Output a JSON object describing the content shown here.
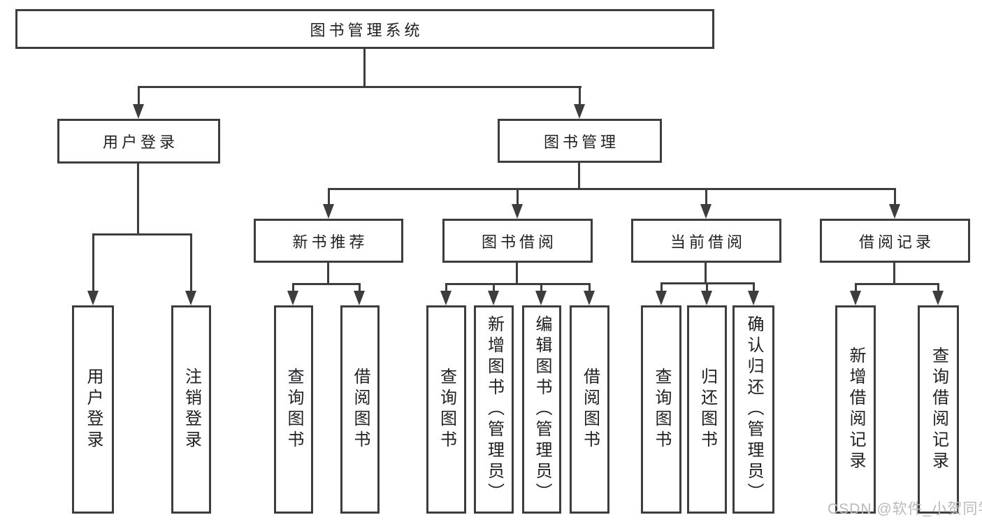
{
  "diagram_title": "图书管理系统",
  "colors": {
    "line": "#3d3d3f",
    "text": "#1f1f24",
    "background": "#ffffff",
    "watermark": "#b9b9bf"
  },
  "nodes": {
    "root": {
      "label": "图书管理系统"
    },
    "user_login": {
      "label": "用户登录"
    },
    "book_mgmt": {
      "label": "图书管理"
    },
    "new_book_rec": {
      "label": "新书推荐"
    },
    "book_borrow": {
      "label": "图书借阅"
    },
    "current_borrow": {
      "label": "当前借阅"
    },
    "borrow_records": {
      "label": "借阅记录"
    },
    "leaf_user_login": {
      "label": "用户登录"
    },
    "leaf_logout": {
      "label": "注销登录"
    },
    "leaf_query_book_1": {
      "label": "查询图书"
    },
    "leaf_borrow_book_1": {
      "label": "借阅图书"
    },
    "leaf_query_book_2": {
      "label": "查询图书"
    },
    "leaf_add_book_admin": {
      "label": "新增图书（管理员）"
    },
    "leaf_edit_book_admin": {
      "label": "编辑图书（管理员）"
    },
    "leaf_borrow_book_2": {
      "label": "借阅图书"
    },
    "leaf_query_book_3": {
      "label": "查询图书"
    },
    "leaf_return_book": {
      "label": "归还图书"
    },
    "leaf_confirm_return_admin": {
      "label": "确认归还（管理员）"
    },
    "leaf_add_borrow_record": {
      "label": "新增借阅记录"
    },
    "leaf_query_borrow_record": {
      "label": "查询借阅记录"
    }
  },
  "hierarchy": {
    "图书管理系统": [
      "用户登录",
      "图书管理"
    ],
    "用户登录": [
      "用户登录",
      "注销登录"
    ],
    "图书管理": [
      "新书推荐",
      "图书借阅",
      "当前借阅",
      "借阅记录"
    ],
    "新书推荐": [
      "查询图书",
      "借阅图书"
    ],
    "图书借阅": [
      "查询图书",
      "新增图书（管理员）",
      "编辑图书（管理员）",
      "借阅图书"
    ],
    "当前借阅": [
      "查询图书",
      "归还图书",
      "确认归还（管理员）"
    ],
    "借阅记录": [
      "新增借阅记录",
      "查询借阅记录"
    ]
  },
  "watermark": {
    "text": "CSDN @软件_小贺同学"
  }
}
